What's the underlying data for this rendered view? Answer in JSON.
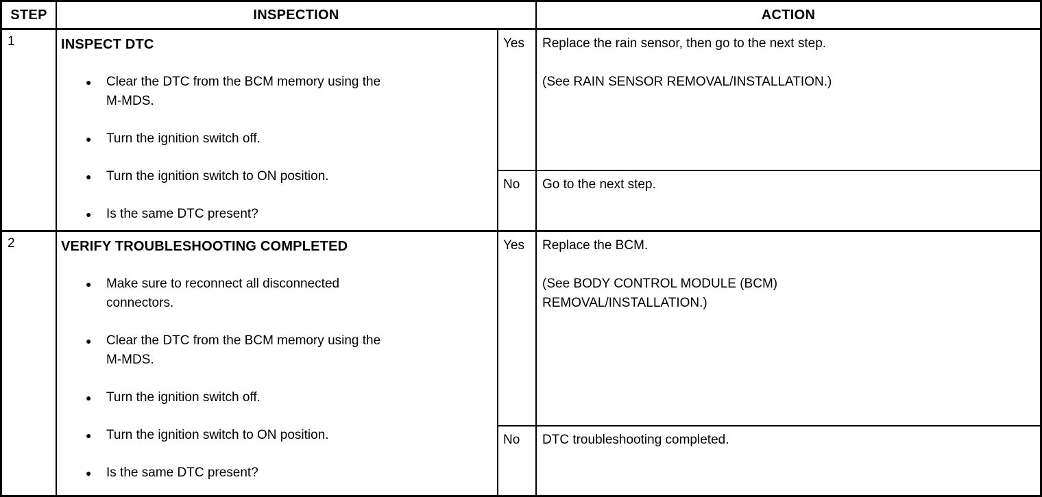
{
  "table": {
    "bullet_glyph": "●",
    "headers": {
      "step": "STEP",
      "inspection": "INSPECTION",
      "action": "ACTION"
    },
    "rows": [
      {
        "step": "1",
        "title": "INSPECT DTC",
        "bullets": [
          "Clear the DTC from the BCM memory using the\nM-MDS.",
          "Turn the ignition switch off.",
          "Turn the ignition switch to ON position.",
          "Is the same DTC present?"
        ],
        "yes": {
          "label": "Yes",
          "action": "Replace the rain sensor, then go to the next step.",
          "reference": "(See RAIN SENSOR REMOVAL/INSTALLATION.)"
        },
        "no": {
          "label": "No",
          "action": "Go to the next step."
        }
      },
      {
        "step": "2",
        "title": "VERIFY TROUBLESHOOTING COMPLETED",
        "bullets": [
          "Make sure to reconnect all disconnected\nconnectors.",
          "Clear the DTC from the BCM memory using the\nM-MDS.",
          "Turn the ignition switch off.",
          "Turn the ignition switch to ON position.",
          "Is the same DTC present?"
        ],
        "yes": {
          "label": "Yes",
          "action": "Replace the BCM.",
          "reference": "(See BODY CONTROL MODULE (BCM)\nREMOVAL/INSTALLATION.)"
        },
        "no": {
          "label": "No",
          "action": "DTC troubleshooting completed."
        }
      }
    ]
  }
}
